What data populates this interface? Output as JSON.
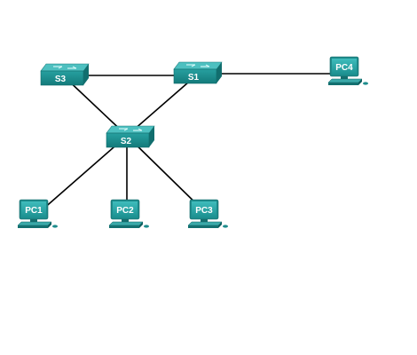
{
  "diagram": {
    "colors": {
      "device_top": "#3bb0b0",
      "device_front": "#1f8c8c",
      "device_dark": "#126a6a",
      "link": "#000000",
      "background": "#ffffff"
    },
    "switches": [
      {
        "id": "s3",
        "label": "S3",
        "icon": "switch-icon"
      },
      {
        "id": "s1",
        "label": "S1",
        "icon": "switch-icon"
      },
      {
        "id": "s2",
        "label": "S2",
        "icon": "switch-icon"
      }
    ],
    "pcs": [
      {
        "id": "pc4",
        "label": "PC4",
        "icon": "pc-icon"
      },
      {
        "id": "pc1",
        "label": "PC1",
        "icon": "pc-icon"
      },
      {
        "id": "pc2",
        "label": "PC2",
        "icon": "pc-icon"
      },
      {
        "id": "pc3",
        "label": "PC3",
        "icon": "pc-icon"
      }
    ],
    "links": [
      {
        "from": "s3",
        "to": "s1"
      },
      {
        "from": "s1",
        "to": "pc4"
      },
      {
        "from": "s3",
        "to": "s2"
      },
      {
        "from": "s1",
        "to": "s2"
      },
      {
        "from": "s2",
        "to": "pc1"
      },
      {
        "from": "s2",
        "to": "pc2"
      },
      {
        "from": "s2",
        "to": "pc3"
      }
    ]
  }
}
